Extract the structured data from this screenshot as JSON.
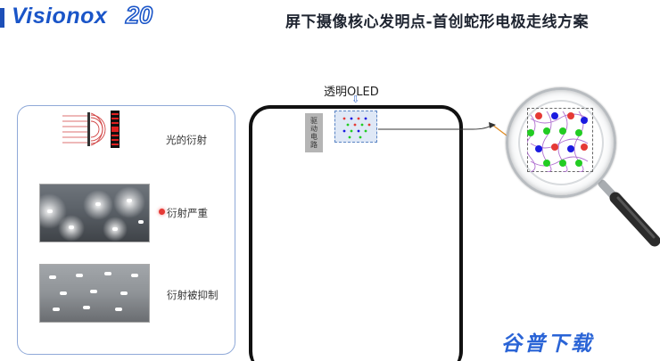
{
  "header": {
    "logo_text": "Visionox",
    "logo_number": "20",
    "title": "屏下摄像核心发明点-首创蛇形电极走线方案"
  },
  "left_panel": {
    "label_1": "光的衍射",
    "label_2": "衍射严重",
    "label_3": "衍射被抑制"
  },
  "phone": {
    "driver_label": [
      "驱",
      "动",
      "电",
      "路"
    ],
    "oled_label": "透明OLED",
    "oled_arrow": "⇩"
  },
  "colors": {
    "brand": "#1a55c8",
    "pixel_red": "#e53935",
    "pixel_green": "#22cc22",
    "pixel_blue": "#1a1ae0",
    "wire": "#b070d0"
  },
  "watermark": "谷普下载"
}
